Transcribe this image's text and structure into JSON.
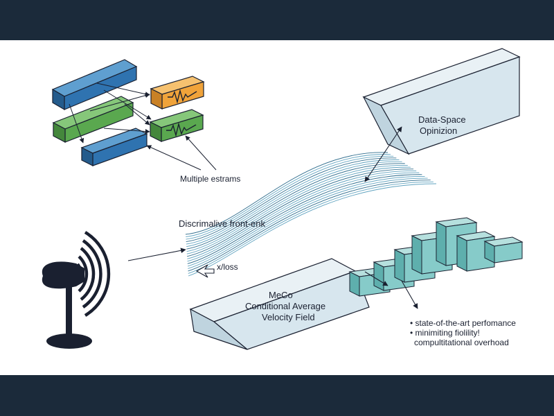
{
  "colors": {
    "band": "#1b2a3a",
    "blue": "#2f73b0",
    "orange": "#f0a33a",
    "green": "#5aa84f",
    "teal": "#86cbc9",
    "box": "#d7e6ee",
    "ink": "#1a2030",
    "wave": "#4e93b3"
  },
  "labels": {
    "multiple_streams": "Multiple estrams",
    "discriminative": "Discrimalive front-enk",
    "xloss": "x/loss",
    "data_space_1": "Data-Space",
    "data_space_2": "Opinizion",
    "meco_1": "MeCo",
    "meco_2": "Conditional Average",
    "meco_3": "Velocity Field",
    "bullet_1": "• state-of-the-art perfomance",
    "bullet_2": "• minimiting fiolility!",
    "bullet_3": "compultitational overhoad"
  },
  "icons": {
    "microphone": "microphone-icon",
    "waveform": "waveform-icon"
  }
}
